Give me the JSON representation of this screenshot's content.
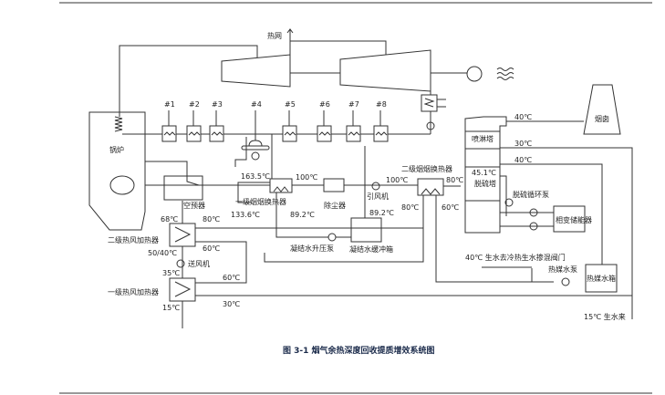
{
  "caption": "图 3-1  烟气余热深度回收提质增效系统图",
  "labels": {
    "heat_network": "热网",
    "boiler": "锅炉",
    "air_preheater": "空预器",
    "hx1": "一级烟烟换热器",
    "dust_collector": "除尘器",
    "id_fan": "引风机",
    "hx2": "二级烟烟换热器",
    "spray_tower": "喷淋塔",
    "desulf_tower": "脱硫塔",
    "chimney": "烟囱",
    "desulf_pump": "脱硫循环泵",
    "phase_storage": "相变储能器",
    "media_pump": "热媒水泵",
    "media_tank": "热媒水箱",
    "raw_water_in": "15℃ 生水来",
    "raw_water_out": "40℃ 生水去冷热生水掺混阀门",
    "cond_pump": "凝结水升压泵",
    "cond_tank": "凝结水缓冲箱",
    "air_heater2": "二级热风加热器",
    "air_heater1": "一级热风加热器",
    "fd_fan": "送风机"
  },
  "heaters": [
    "#1",
    "#2",
    "#3",
    "#4",
    "#5",
    "#6",
    "#7",
    "#8"
  ],
  "temps": {
    "t163": "163.5℃",
    "t133": "133.6℃",
    "t100a": "100℃",
    "t892a": "89.2℃",
    "t892b": "89.2℃",
    "t100b": "100℃",
    "t80a": "80℃",
    "t80b": "80℃",
    "t60a": "60℃",
    "t40top": "40℃",
    "t30": "30℃",
    "t40mid": "40℃",
    "t451": "45.1℃",
    "t68": "68℃",
    "t80c": "80℃",
    "t5040": "50/40℃",
    "t60b": "60℃",
    "t35": "35℃",
    "t60c": "60℃",
    "t15": "15℃",
    "t30b": "30℃"
  }
}
